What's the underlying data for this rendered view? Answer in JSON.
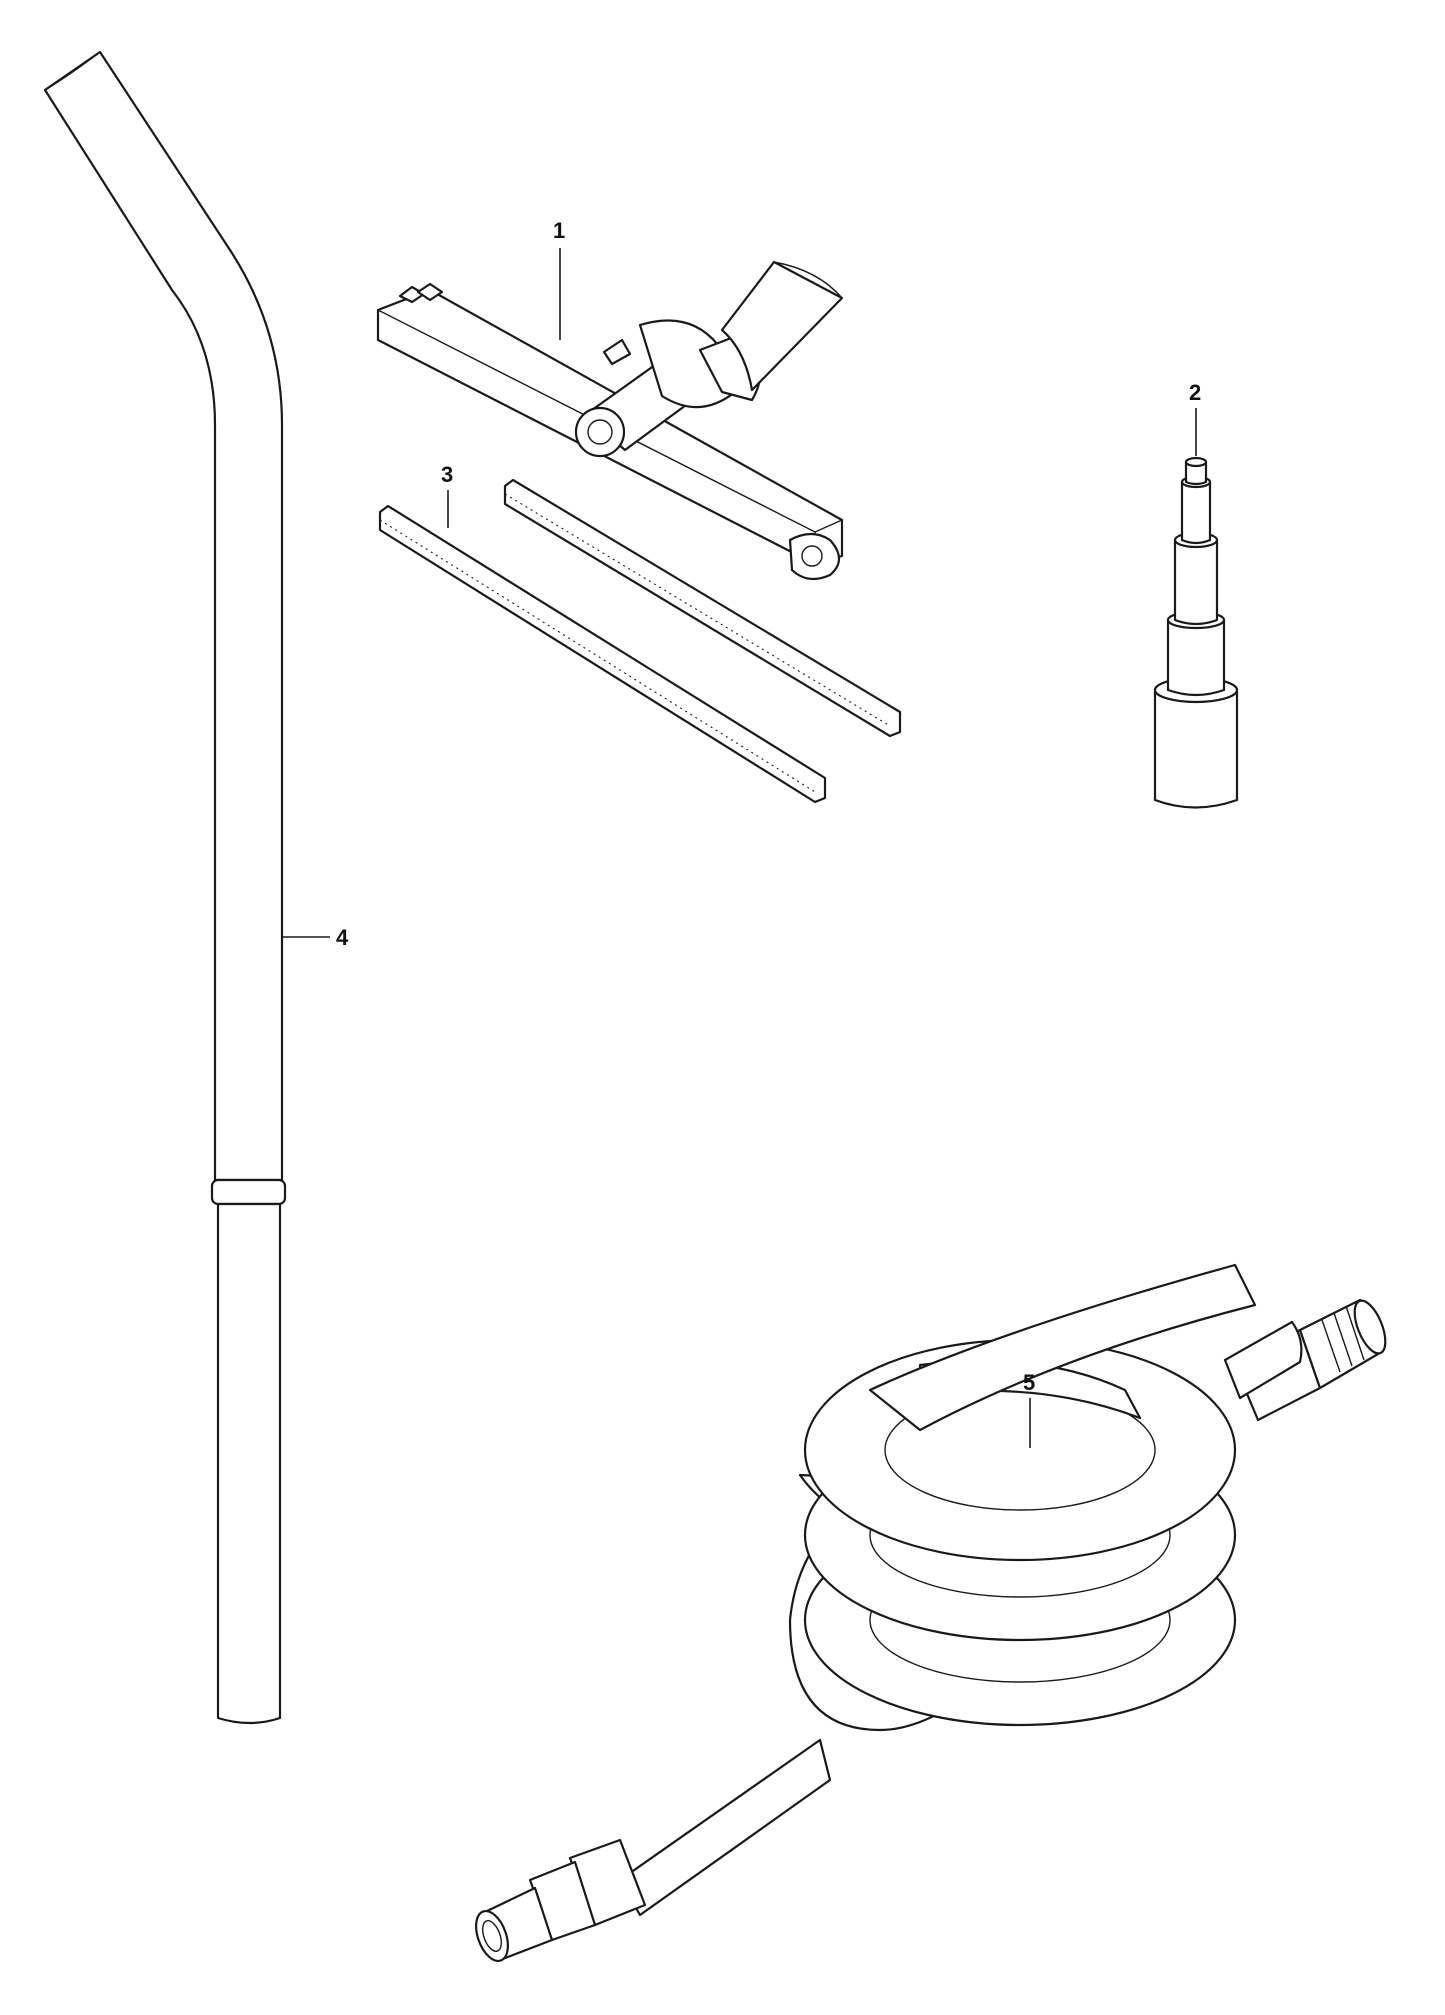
{
  "diagram": {
    "callouts": [
      {
        "id": "callout-1",
        "label": "1",
        "part": "floor-nozzle"
      },
      {
        "id": "callout-2",
        "label": "2",
        "part": "hose-adapter"
      },
      {
        "id": "callout-3",
        "label": "3",
        "part": "rubber-strips"
      },
      {
        "id": "callout-4",
        "label": "4",
        "part": "extension-tube"
      },
      {
        "id": "callout-5",
        "label": "5",
        "part": "suction-hose"
      }
    ],
    "colors": {
      "line": "#1a1a1a",
      "background": "#ffffff"
    }
  }
}
